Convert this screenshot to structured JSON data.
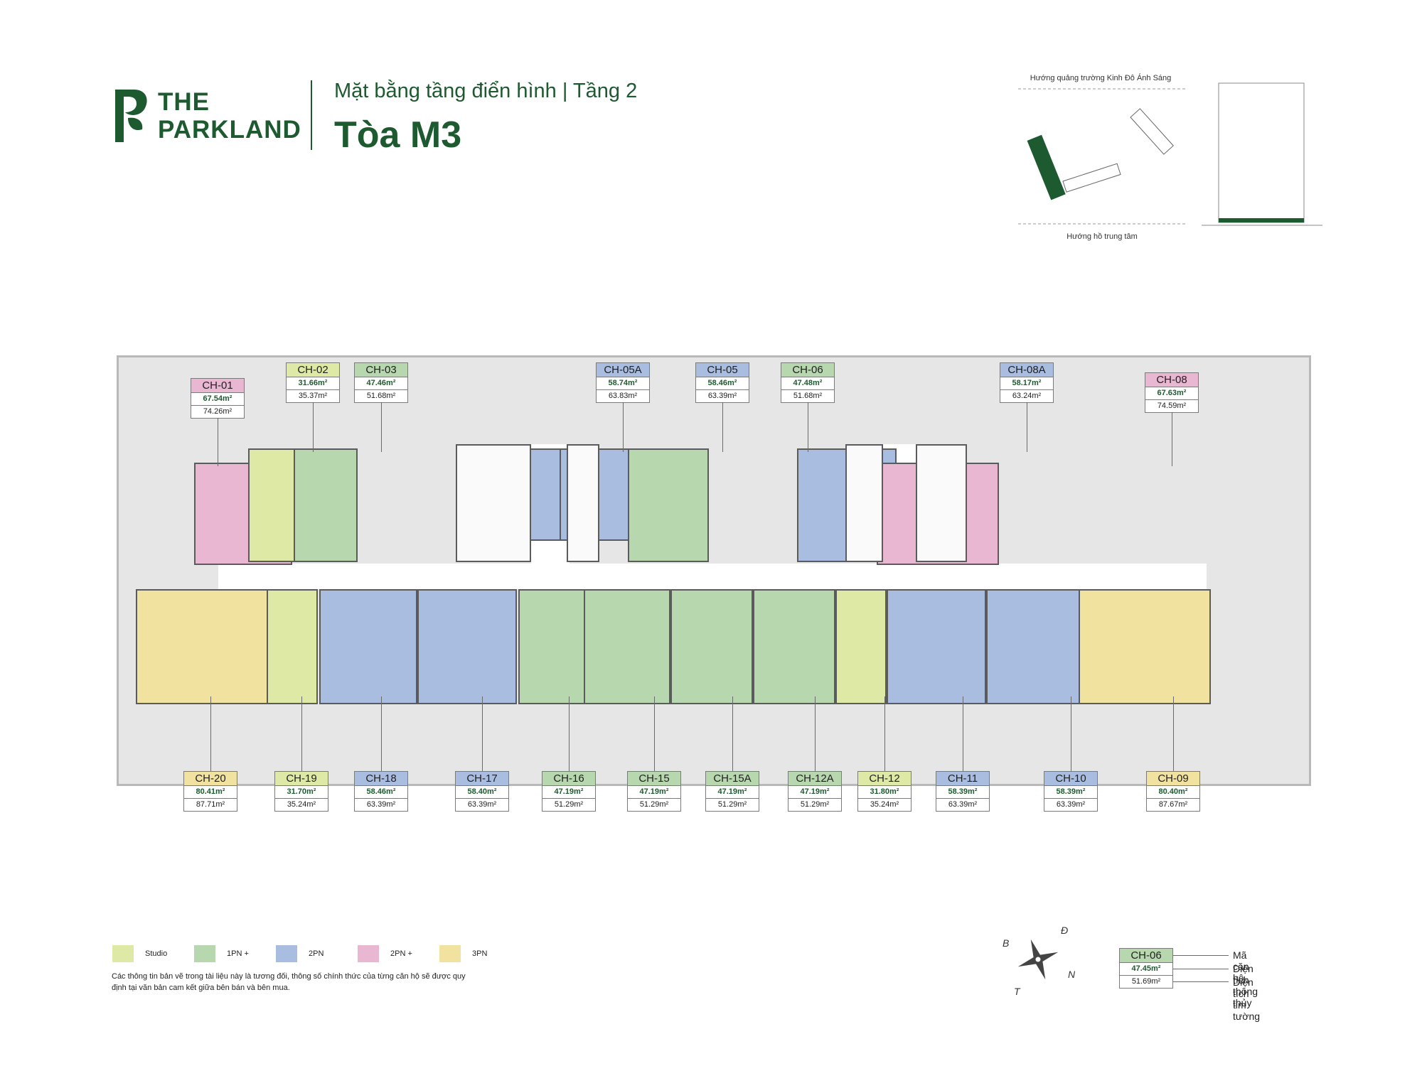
{
  "brand": {
    "line1": "THE",
    "line2": "PARKLAND"
  },
  "header": {
    "subtitle": "Mặt bằng tầng điển hình | Tầng 2",
    "title": "Tòa M3"
  },
  "site_map": {
    "top_label": "Hướng quảng trường Kinh Đô Ánh Sáng",
    "bottom_label": "Hướng hồ trung tâm"
  },
  "colors": {
    "studio": "#dde9a4",
    "1pn_plus": "#b7d8ae",
    "2pn": "#a9bde0",
    "2pn_plus": "#eab7d3",
    "3pn": "#f2e2a0",
    "brand": "#1d5a2f"
  },
  "units_top": [
    {
      "code": "CH-01",
      "area_net": "67.54m²",
      "area_gross": "74.26m²",
      "type": "2pn_plus"
    },
    {
      "code": "CH-02",
      "area_net": "31.66m²",
      "area_gross": "35.37m²",
      "type": "studio"
    },
    {
      "code": "CH-03",
      "area_net": "47.46m²",
      "area_gross": "51.68m²",
      "type": "1pn_plus"
    },
    {
      "code": "CH-05A",
      "area_net": "58.74m²",
      "area_gross": "63.83m²",
      "type": "2pn"
    },
    {
      "code": "CH-05",
      "area_net": "58.46m²",
      "area_gross": "63.39m²",
      "type": "2pn"
    },
    {
      "code": "CH-06",
      "area_net": "47.48m²",
      "area_gross": "51.68m²",
      "type": "1pn_plus"
    },
    {
      "code": "CH-08A",
      "area_net": "58.17m²",
      "area_gross": "63.24m²",
      "type": "2pn"
    },
    {
      "code": "CH-08",
      "area_net": "67.63m²",
      "area_gross": "74.59m²",
      "type": "2pn_plus"
    }
  ],
  "units_bottom": [
    {
      "code": "CH-20",
      "area_net": "80.41m²",
      "area_gross": "87.71m²",
      "type": "3pn"
    },
    {
      "code": "CH-19",
      "area_net": "31.70m²",
      "area_gross": "35.24m²",
      "type": "studio"
    },
    {
      "code": "CH-18",
      "area_net": "58.46m²",
      "area_gross": "63.39m²",
      "type": "2pn"
    },
    {
      "code": "CH-17",
      "area_net": "58.40m²",
      "area_gross": "63.39m²",
      "type": "2pn"
    },
    {
      "code": "CH-16",
      "area_net": "47.19m²",
      "area_gross": "51.29m²",
      "type": "1pn_plus"
    },
    {
      "code": "CH-15",
      "area_net": "47.19m²",
      "area_gross": "51.29m²",
      "type": "1pn_plus"
    },
    {
      "code": "CH-15A",
      "area_net": "47.19m²",
      "area_gross": "51.29m²",
      "type": "1pn_plus"
    },
    {
      "code": "CH-12A",
      "area_net": "47.19m²",
      "area_gross": "51.29m²",
      "type": "1pn_plus"
    },
    {
      "code": "CH-12",
      "area_net": "31.80m²",
      "area_gross": "35.24m²",
      "type": "studio"
    },
    {
      "code": "CH-11",
      "area_net": "58.39m²",
      "area_gross": "63.39m²",
      "type": "2pn"
    },
    {
      "code": "CH-10",
      "area_net": "58.39m²",
      "area_gross": "63.39m²",
      "type": "2pn"
    },
    {
      "code": "CH-09",
      "area_net": "80.40m²",
      "area_gross": "87.67m²",
      "type": "3pn"
    }
  ],
  "legend": [
    {
      "label": "Studio",
      "type": "studio"
    },
    {
      "label": "1PN +",
      "type": "1pn_plus"
    },
    {
      "label": "2PN",
      "type": "2pn"
    },
    {
      "label": "2PN +",
      "type": "2pn_plus"
    },
    {
      "label": "3PN",
      "type": "3pn"
    }
  ],
  "note": "Các thông tin bản vẽ trong tài liệu này là tương đối, thông số chính thức của từng căn hộ sẽ được quy định tại văn bản cam kết giữa bên bán và bên mua.",
  "compass": {
    "n": "Đ",
    "e": "N",
    "s": "T",
    "w": "B"
  },
  "key": {
    "code": "CH-06",
    "area_net": "47.45m²",
    "area_gross": "51.69m²",
    "code_desc": "Mã căn hộ",
    "net_desc": "Diện tích thông thủy",
    "gross_desc": "Diện tích tim tường"
  }
}
